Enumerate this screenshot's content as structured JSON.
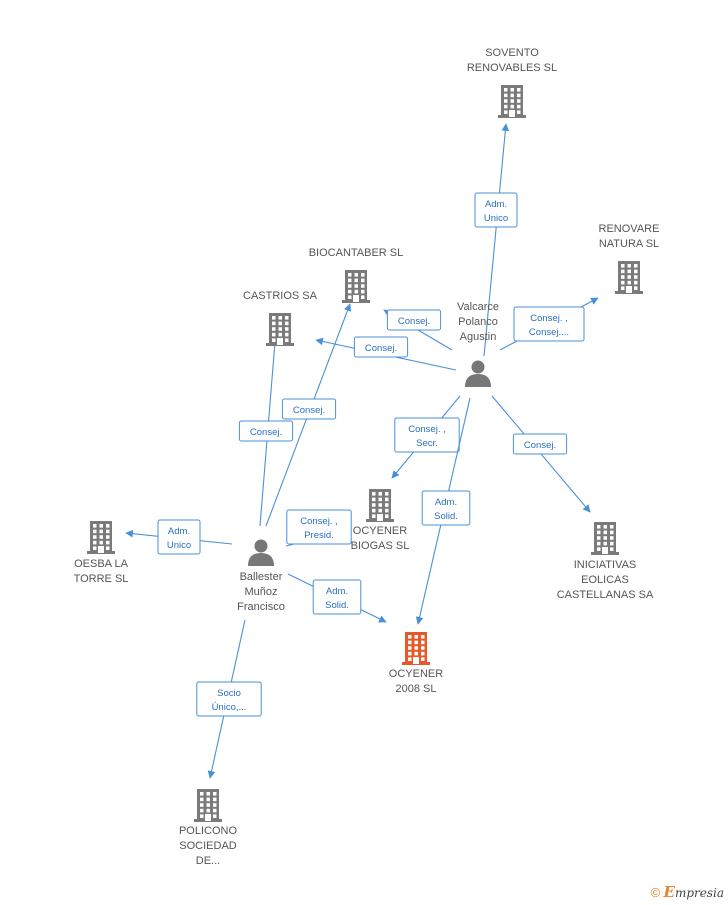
{
  "colors": {
    "company": "#7a7a7a",
    "company_main": "#e8592a",
    "person": "#777777",
    "edge": "#4a90d9"
  },
  "nodes": [
    {
      "id": "sovento",
      "type": "company",
      "icon": "building-icon",
      "label": [
        "SOVENTO",
        "RENOVABLES SL"
      ]
    },
    {
      "id": "renovare",
      "type": "company",
      "icon": "building-icon",
      "label": [
        "RENOVARE",
        "NATURA SL"
      ]
    },
    {
      "id": "biocantaber",
      "type": "company",
      "icon": "building-icon",
      "label": [
        "BIOCANTABER SL"
      ]
    },
    {
      "id": "castrios",
      "type": "company",
      "icon": "building-icon",
      "label": [
        "CASTRIOS SA"
      ]
    },
    {
      "id": "valcarce",
      "type": "person",
      "icon": "person-icon",
      "label": [
        "Valcarce",
        "Polanco",
        "Agustin"
      ]
    },
    {
      "id": "ocyener_biogas",
      "type": "company",
      "icon": "building-icon",
      "label": [
        "OCYENER",
        "BIOGAS SL"
      ]
    },
    {
      "id": "oesba",
      "type": "company",
      "icon": "building-icon",
      "label": [
        "OESBA LA",
        "TORRE SL"
      ]
    },
    {
      "id": "ballester",
      "type": "person",
      "icon": "person-icon",
      "label": [
        "Ballester",
        "Muñoz",
        "Francisco"
      ]
    },
    {
      "id": "iniciativas",
      "type": "company",
      "icon": "building-icon",
      "label": [
        "INICIATIVAS",
        "EOLICAS",
        "CASTELLANAS SA"
      ]
    },
    {
      "id": "ocyener2008",
      "type": "company_main",
      "icon": "building-icon",
      "label": [
        "OCYENER",
        "2008 SL"
      ]
    },
    {
      "id": "policono",
      "type": "company",
      "icon": "building-icon",
      "label": [
        "POLICONO",
        "SOCIEDAD",
        "DE..."
      ]
    }
  ],
  "edges": [
    {
      "from": "valcarce",
      "to": "sovento",
      "label": [
        "Adm.",
        "Unico"
      ]
    },
    {
      "from": "valcarce",
      "to": "renovare",
      "label": [
        "Consej. ,",
        "Consej...."
      ]
    },
    {
      "from": "valcarce",
      "to": "biocantaber",
      "label": [
        "Consej."
      ]
    },
    {
      "from": "valcarce",
      "to": "castrios",
      "label": [
        "Consej."
      ]
    },
    {
      "from": "valcarce",
      "to": "ocyener_biogas",
      "label": [
        "Consej. ,",
        "Secr."
      ]
    },
    {
      "from": "valcarce",
      "to": "iniciativas",
      "label": [
        "Consej."
      ]
    },
    {
      "from": "valcarce",
      "to": "ocyener2008",
      "label": [
        "Adm.",
        "Solid."
      ]
    },
    {
      "from": "ballester",
      "to": "castrios",
      "label": [
        "Consej."
      ]
    },
    {
      "from": "ballester",
      "to": "biocantaber",
      "label": [
        "Consej."
      ]
    },
    {
      "from": "ballester",
      "to": "oesba",
      "label": [
        "Adm.",
        "Unico"
      ]
    },
    {
      "from": "ballester",
      "to": "ocyener_biogas",
      "label": [
        "Consej. ,",
        "Presid."
      ]
    },
    {
      "from": "ballester",
      "to": "ocyener2008",
      "label": [
        "Adm.",
        "Solid."
      ]
    },
    {
      "from": "ballester",
      "to": "policono",
      "label": [
        "Socio",
        "Único,..."
      ]
    }
  ],
  "footer": {
    "copyright": "©",
    "brand_e": "E",
    "brand_rest": "mpresia"
  }
}
